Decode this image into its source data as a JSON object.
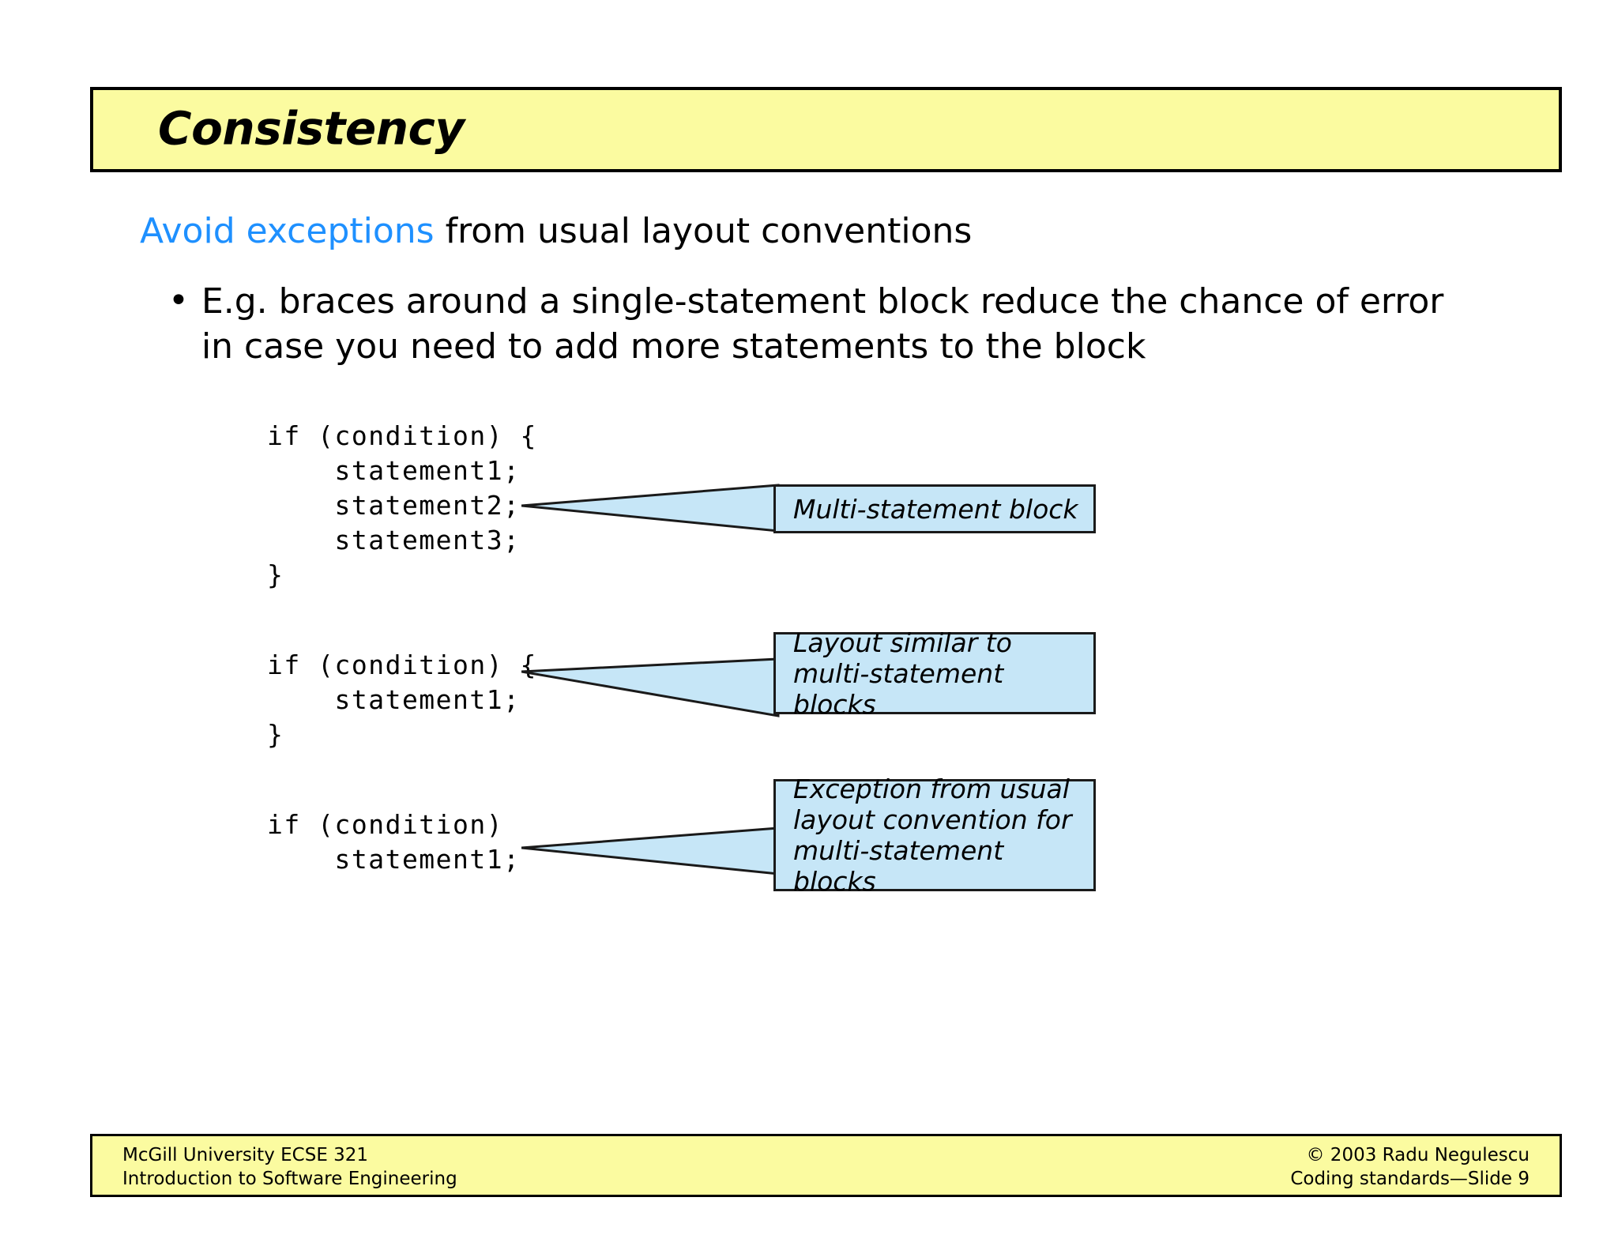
{
  "slide": {
    "title": "Consistency",
    "lead": {
      "accent_text": "Avoid exceptions",
      "rest_text": " from usual layout conventions"
    },
    "bullets": [
      {
        "marker": "•",
        "text": "E.g. braces around a single-statement block reduce the chance of error in case you need to add more statements to the block"
      }
    ],
    "code_blocks": [
      {
        "name": "multi-statement-example",
        "lines": [
          "if (condition) {",
          "    statement1;",
          "    statement2;",
          "    statement3;",
          "}"
        ]
      },
      {
        "name": "single-statement-braced-example",
        "lines": [
          "if (condition) {",
          "    statement1;",
          "}"
        ]
      },
      {
        "name": "single-statement-unbraced-example",
        "lines": [
          "if (condition)",
          "    statement1;"
        ]
      }
    ],
    "callouts": [
      {
        "name": "multi-statement-block",
        "text": "Multi-statement block"
      },
      {
        "name": "layout-similar",
        "text": "Layout similar to\nmulti-statement blocks"
      },
      {
        "name": "exception-note",
        "text": "Exception from usual\nlayout convention for\nmulti-statement blocks"
      }
    ],
    "footer": {
      "left_line1": "McGill University ECSE 321",
      "left_line2": "Introduction to Software Engineering",
      "right_line1": "© 2003 Radu Negulescu",
      "right_line2": "Coding standards—Slide 9"
    }
  },
  "colors": {
    "banner_bg": "#FBFBA0",
    "callout_bg": "#C6E6F7",
    "accent_blue": "#1E90FF",
    "border": "#000000",
    "page_bg": "#FFFFFF"
  }
}
